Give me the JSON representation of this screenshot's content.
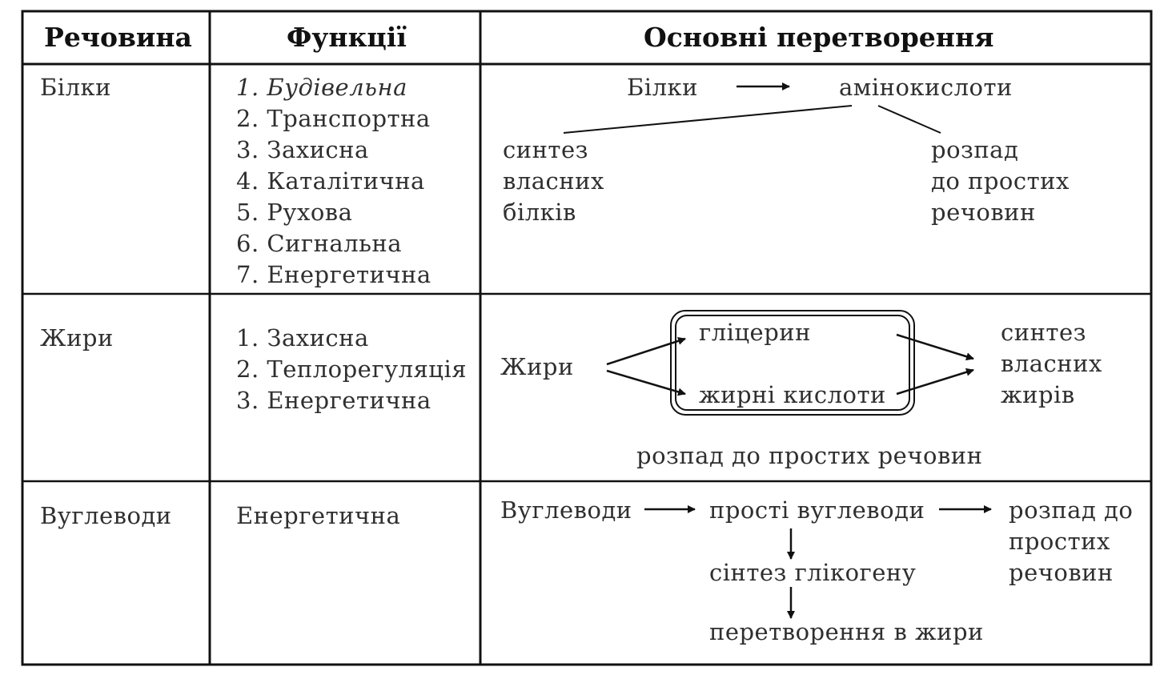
{
  "table": {
    "headers": {
      "substance": "Речовина",
      "functions": "Функції",
      "transformations": "Основні перетворення"
    },
    "rows": [
      {
        "substance": "Білки",
        "functions": [
          "1. Будівельна",
          "2. Транспортна",
          "3. Захисна",
          "4. Каталітична",
          "5. Рухова",
          "6. Сигнальна",
          "7. Енергетична"
        ],
        "diagram": {
          "start": "Білки",
          "product": "амінокислоти",
          "left_branch": [
            "синтез",
            "власних",
            "білків"
          ],
          "right_branch": [
            "розпад",
            "до простих",
            "речовин"
          ]
        }
      },
      {
        "substance": "Жири",
        "functions": [
          "1. Захисна",
          "2. Теплорегуляція",
          "3. Енергетична"
        ],
        "diagram": {
          "start": "Жири",
          "box_top": "гліцерин",
          "box_bottom": "жирні кислоти",
          "right": [
            "синтез",
            "власних",
            "жирів"
          ],
          "bottom": "розпад до простих речовин"
        }
      },
      {
        "substance": "Вуглеводи",
        "functions": [
          "Енергетична"
        ],
        "diagram": {
          "start": "Вуглеводи",
          "simple": "прості вуглеводи",
          "right": [
            "розпад до",
            "простих",
            "речовин"
          ],
          "glycogen": "сінтез глікогену",
          "fats": "перетворення в жири"
        }
      }
    ]
  }
}
